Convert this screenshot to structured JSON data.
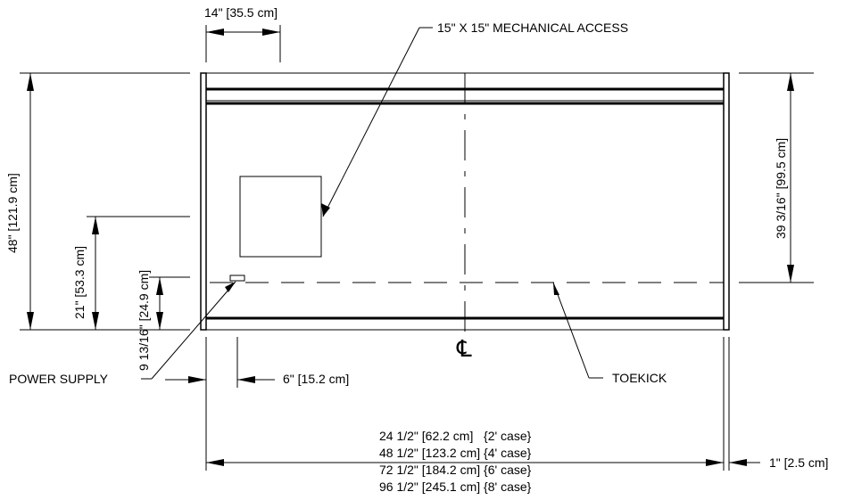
{
  "labels": {
    "top_width": "14\" [35.5 cm]",
    "access": "15\" X 15\" MECHANICAL ACCESS",
    "overall_height": "48\" [121.9 cm]",
    "right_height": "39 3/16\" [99.5 cm]",
    "dim_21": "21\" [53.3 cm]",
    "dim_913": "9 13/16\" [24.9 cm]",
    "power_supply": "POWER SUPPLY",
    "dim_6": "6\" [15.2 cm]",
    "toekick": "TOEKICK",
    "centerline": "℄",
    "dim_1": "1\" [2.5 cm]",
    "case_widths": [
      "24 1/2\" [62.2 cm]   {2' case}",
      "48 1/2\" [123.2 cm] {4' case}",
      "72 1/2\" [184.2 cm] {6' case}",
      "96 1/2\" [245.1 cm] {8' case}"
    ]
  }
}
